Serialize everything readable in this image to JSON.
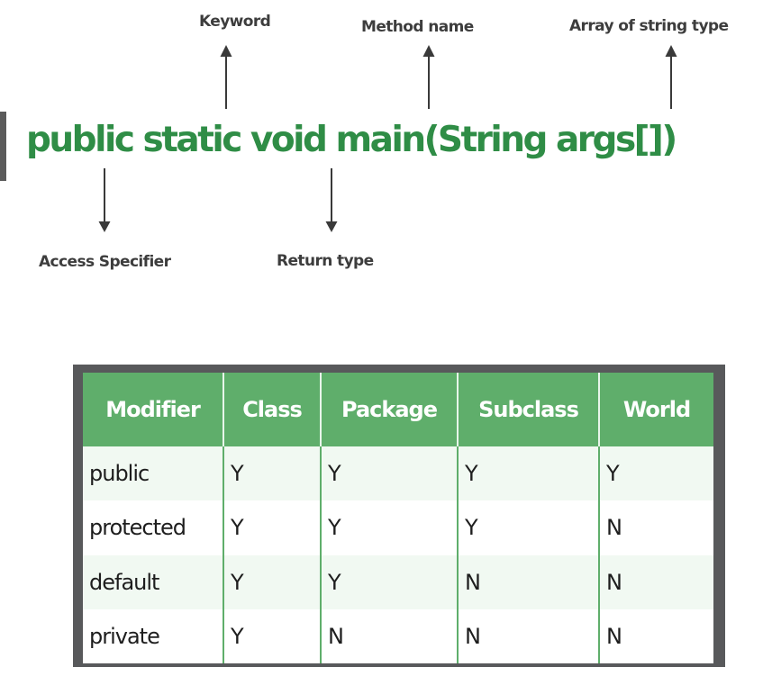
{
  "diagram": {
    "signature": "public static void main(String args[])",
    "annotations_top": {
      "keyword": "Keyword",
      "method_name": "Method name",
      "array_type": "Array of string type"
    },
    "annotations_bottom": {
      "access_specifier": "Access Specifier",
      "return_type": "Return type"
    },
    "colors": {
      "code": "#2f8d46",
      "header": "#5fae6b",
      "frame": "#58595b",
      "label": "#3d3d3d"
    }
  },
  "table": {
    "headers": [
      "Modifier",
      "Class",
      "Package",
      "Subclass",
      "World"
    ],
    "rows": [
      [
        "public",
        "Y",
        "Y",
        "Y",
        "Y"
      ],
      [
        "protected",
        "Y",
        "Y",
        "Y",
        "N"
      ],
      [
        "default",
        "Y",
        "Y",
        "N",
        "N"
      ],
      [
        "private",
        "Y",
        "N",
        "N",
        "N"
      ]
    ]
  }
}
